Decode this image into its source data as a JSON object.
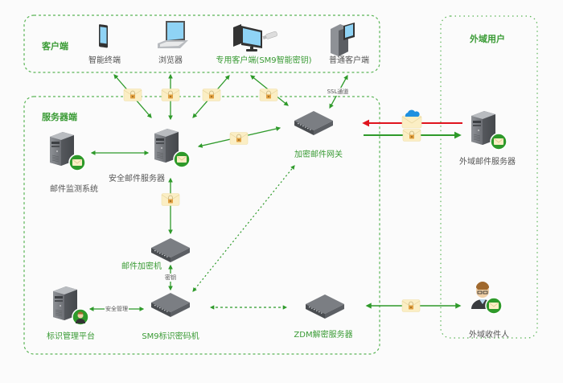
{
  "zones": {
    "client": "客户端",
    "server": "服务器端",
    "external": "外域用户"
  },
  "nodes": {
    "smart_terminal": "智能终端",
    "browser": "浏览器",
    "dedicated_client": "专用客户端(SM9智能密钥)",
    "normal_client": "普通客户端",
    "secure_mail_server": "安全邮件服务器",
    "mail_monitor": "邮件监测系统",
    "encrypted_gateway": "加密邮件网关",
    "mail_encryptor": "邮件加密机",
    "id_management": "标识管理平台",
    "sm9_crypto": "SM9标识密码机",
    "zdm_decrypt": "ZDM解密服务器",
    "external_mail_server": "外域邮件服务器",
    "external_recipient": "外域收件人"
  },
  "edge_labels": {
    "ssl": "SSL通道",
    "key": "密钥",
    "security_mgmt": "安全管理"
  },
  "colors": {
    "accent_green": "#2e9a2a",
    "label_green": "#3a9b35",
    "alert_red": "#e0141e",
    "envelope": "#fbeec4",
    "lock": "#e2a040",
    "cloud": "#1e90e0"
  }
}
